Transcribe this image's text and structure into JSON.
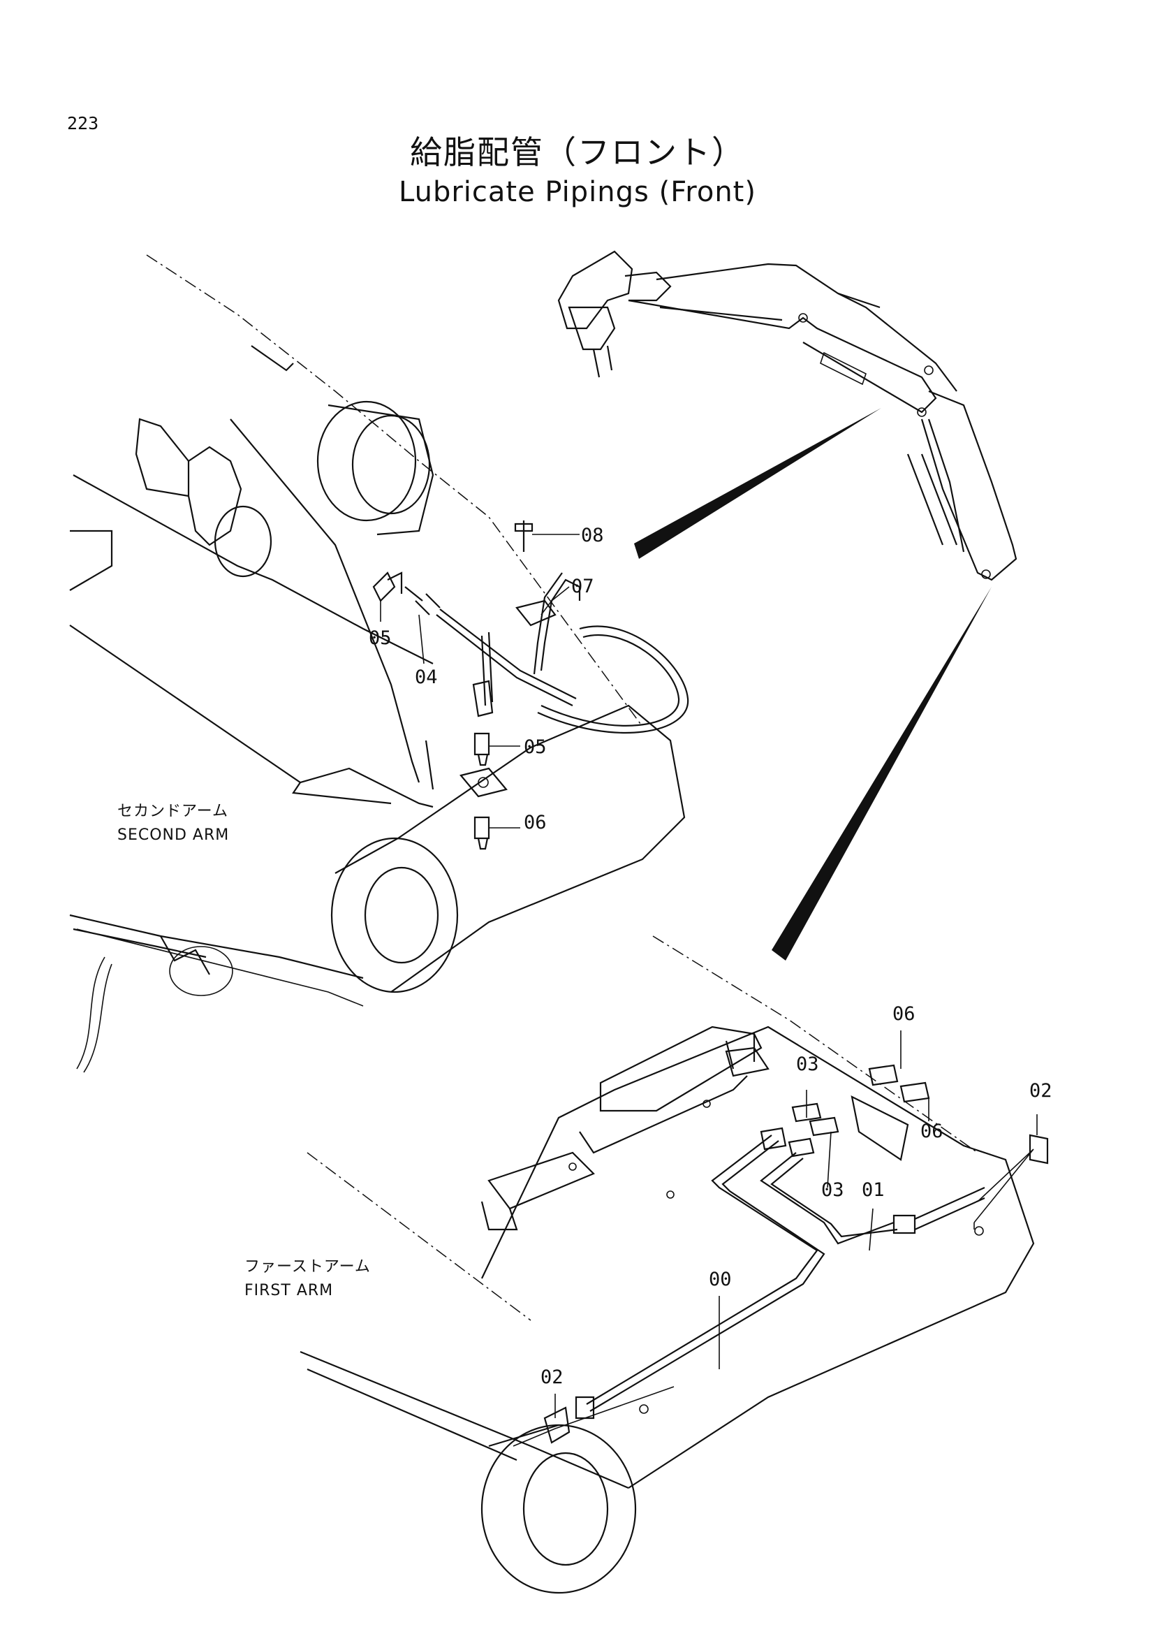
{
  "header": {
    "page_number": "223",
    "title_jp": "給脂配管（フロント）",
    "title_en": "Lubricate Pipings (Front)"
  },
  "labels": {
    "second_arm_jp": "セカンドアーム",
    "second_arm_en": "SECOND ARM",
    "first_arm_jp": "ファーストアーム",
    "first_arm_en": "FIRST ARM"
  },
  "callouts": {
    "c00": "00",
    "c01": "01",
    "c02_top": "02",
    "c02_bottom": "02",
    "c03_upper": "03",
    "c03_lower": "03",
    "c04": "04",
    "c05_left": "05",
    "c05_right": "05",
    "c06_second": "06",
    "c06_top": "06",
    "c06_right": "06",
    "c07": "07",
    "c08": "08"
  }
}
